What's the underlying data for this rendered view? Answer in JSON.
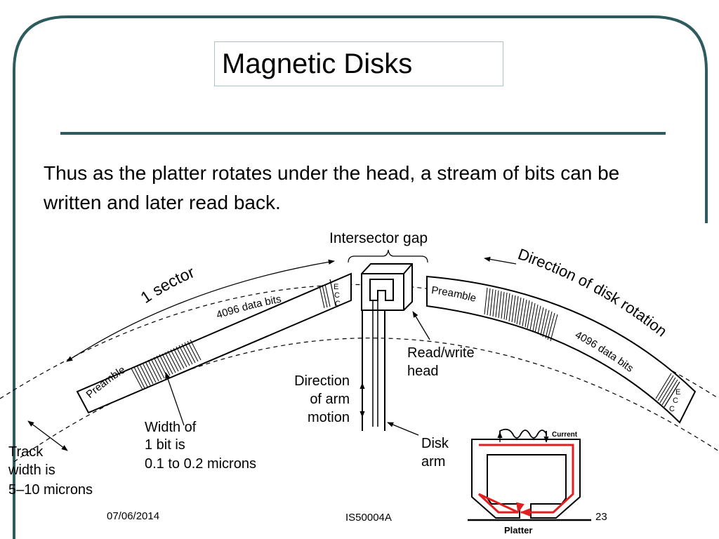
{
  "slide": {
    "title": "Magnetic Disks",
    "body": "Thus as the platter rotates under the head, a stream of bits can be written and later read back.",
    "footer": {
      "date": "07/06/2014",
      "course": "IS50004A",
      "page": "23"
    }
  },
  "diagram": {
    "intersector_gap": "Intersector gap",
    "sector": "1 sector",
    "rotation": "Direction of disk rotation",
    "data_bits_left": "4096 data bits",
    "data_bits_right": "4096 data bits",
    "preamble_left": "Preamble",
    "preamble_right": "Preamble",
    "ecc_letters": [
      "E",
      "C",
      "C"
    ],
    "rw_head": [
      "Read/write",
      "head"
    ],
    "arm_motion": [
      "Direction",
      "of arm",
      "motion"
    ],
    "disk_arm": [
      "Disk",
      "arm"
    ],
    "bit_width": [
      "Width of",
      "1 bit is",
      "0.1 to 0.2 microns"
    ],
    "track_width": [
      "Track",
      "width is",
      "5–10 microns"
    ],
    "inset_current": "Current",
    "inset_platter": "Platter"
  },
  "colors": {
    "frame": "#2e5b5e",
    "inset_red": "#e02020"
  }
}
